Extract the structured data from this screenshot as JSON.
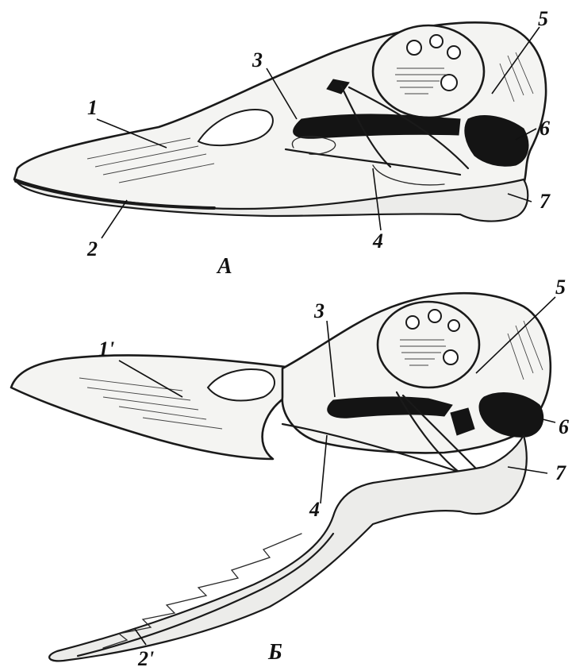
{
  "figure": {
    "panel_a": {
      "caption": "A",
      "labels": {
        "l1": "1",
        "l2": "2",
        "l3": "3",
        "l4": "4",
        "l5": "5",
        "l6": "6",
        "l7": "7"
      }
    },
    "panel_b": {
      "caption": "Б",
      "labels": {
        "l1": "1'",
        "l2": "2'",
        "l3": "3",
        "l4": "4",
        "l5": "5",
        "l6": "6",
        "l7": "7"
      }
    }
  }
}
